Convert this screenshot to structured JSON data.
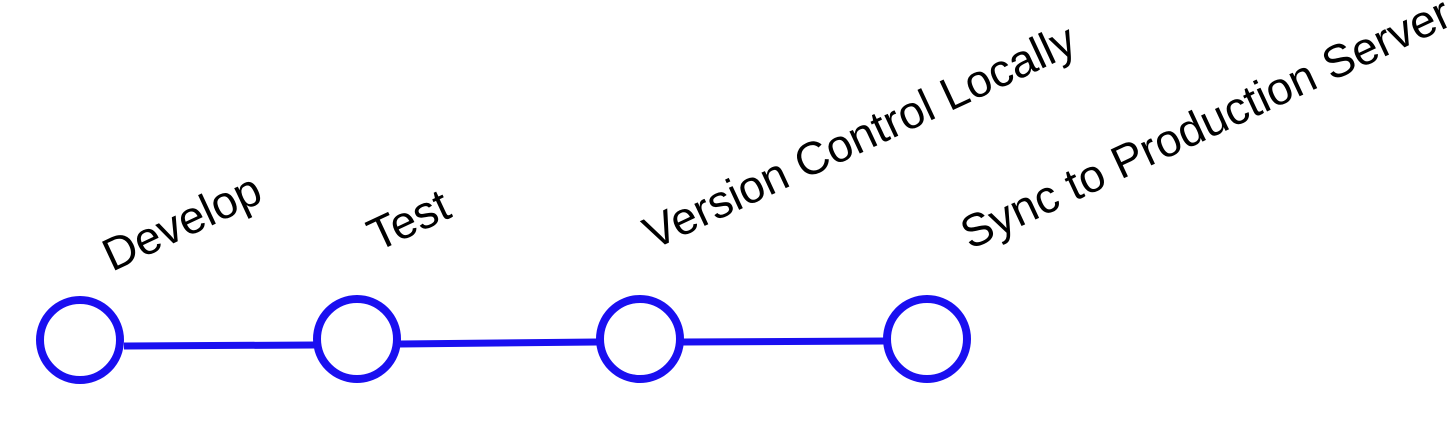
{
  "diagram": {
    "steps": [
      {
        "label": "Develop"
      },
      {
        "label": "Test"
      },
      {
        "label": "Version Control Locally"
      },
      {
        "label": "Sync to Production Server"
      }
    ]
  },
  "colors": {
    "stroke": "#1a0ff0",
    "text": "#000000",
    "background": "#ffffff"
  }
}
